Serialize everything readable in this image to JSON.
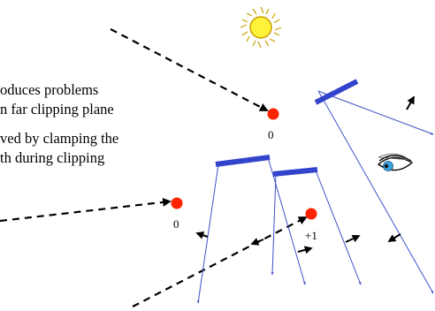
{
  "text": {
    "line1": "oduces problems",
    "line2": "n far clipping plane",
    "line3": "ved by clamping the",
    "line4": "th during clipping"
  },
  "labels": {
    "zero_a": "0",
    "zero_b": "0",
    "plus_one": "+1"
  },
  "icons": {
    "sun": "sun-icon",
    "eye": "eye-icon"
  },
  "colors": {
    "ray": "#3f51c9",
    "plane": "#3344cc",
    "point": "#ff2200",
    "sun_fill": "#fff23a",
    "sun_stroke": "#c9a200",
    "iris": "#3aa2e0"
  }
}
